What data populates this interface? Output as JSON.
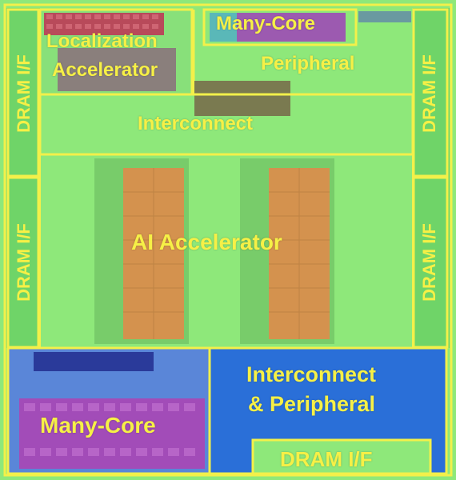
{
  "blocks": {
    "localization_accelerator": {
      "line1": "Localization",
      "line2": "Accelerator"
    },
    "many_core_top": "Many-Core",
    "peripheral_top": "Peripheral",
    "interconnect_mid": "Interconnect",
    "ai_accelerator": "AI Accelerator",
    "dram_if_left_top": "DRAM I/F",
    "dram_if_left_bottom": "DRAM I/F",
    "dram_if_right_top": "DRAM I/F",
    "dram_if_right_bottom": "DRAM I/F",
    "many_core_bottom": "Many-Core",
    "interconnect_peripheral_bottom": {
      "line1": "Interconnect",
      "line2": "& Peripheral"
    },
    "dram_if_bottom": "DRAM I/F"
  },
  "colors": {
    "die_fill": "#8ee87a",
    "die_fill_dark": "#74d464",
    "outline": "#f3f04a",
    "label": "#f6f046",
    "blue_block": "#2a6fd8",
    "magenta_array": "#a04ab8",
    "orange_array": "#d49a55",
    "navy_array": "#2a3a9a",
    "dark_patch": "#6a6a4a"
  }
}
